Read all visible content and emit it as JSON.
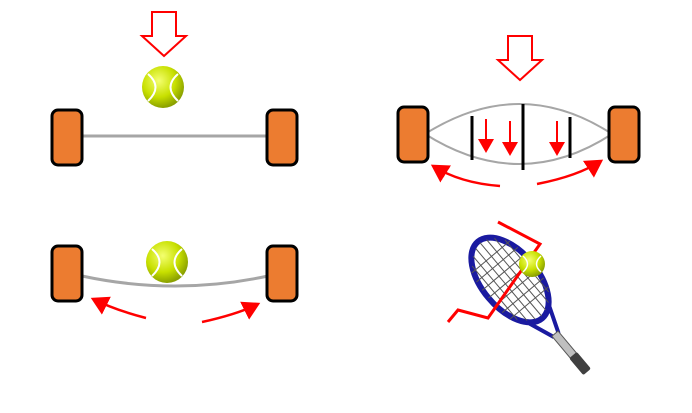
{
  "diagram": {
    "panels": [
      {
        "id": "string-at-rest",
        "description": ""
      },
      {
        "id": "string-deflected-by-ball",
        "description": ""
      },
      {
        "id": "string-cross-section-push",
        "description": ""
      },
      {
        "id": "racket-ball-contact",
        "description": ""
      }
    ],
    "colors": {
      "post_fill": "#ec7c30",
      "post_stroke": "#000000",
      "string": "#a6a6a6",
      "arrow_red": "#ff0000",
      "ball_fill": "#c8e000",
      "ball_seam": "#ffffff",
      "racket_frame": "#1a1aa0",
      "racket_handle": "#404040"
    }
  }
}
